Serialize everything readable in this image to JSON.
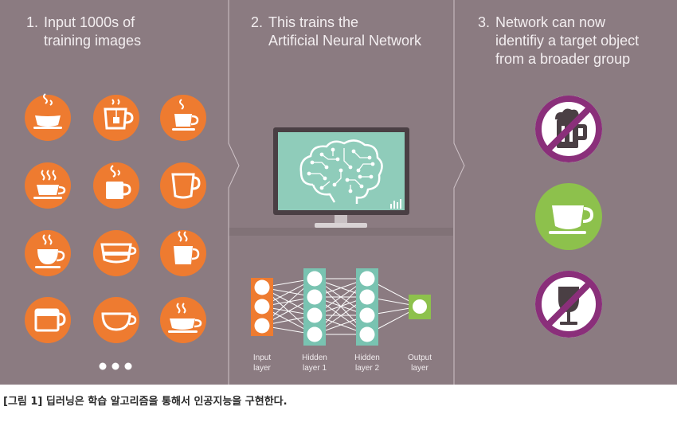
{
  "steps": [
    {
      "num": "1.",
      "line1": "Input 1000s of",
      "line2": "training images",
      "line3": ""
    },
    {
      "num": "2.",
      "line1": "This trains the",
      "line2": "Artificial Neural Network",
      "line3": ""
    },
    {
      "num": "3.",
      "line1": "Network can now",
      "line2": "identifiy a target object",
      "line3": "from a broader group"
    }
  ],
  "layers": [
    {
      "line1": "Input",
      "line2": "layer"
    },
    {
      "line1": "Hidden",
      "line2": "layer 1"
    },
    {
      "line1": "Hidden",
      "line2": "layer 2"
    },
    {
      "line1": "Output",
      "line2": "layer"
    }
  ],
  "caption": "[그림 1] 딥러닝은 학습 알고리즘을 통해서 인공지능을 구현한다.",
  "icons": {
    "input_grid": [
      "steaming-cup-icon",
      "tea-mug-icon",
      "small-steaming-cup-icon",
      "steaming-saucer-cup-icon",
      "steaming-mug-icon",
      "tall-cup-icon",
      "steaming-goblet-cup-icon",
      "wide-bowl-cup-icon",
      "steaming-tumbler-icon",
      "square-mug-icon",
      "bowl-cup-icon",
      "steaming-wide-cup-icon"
    ],
    "results": [
      "no-beer-icon",
      "coffee-cup-icon",
      "no-wine-icon"
    ]
  },
  "colors": {
    "background": "#8b7b81",
    "panel_shadow": "#7b6c72",
    "orange": "#ee7b30",
    "teal": "#79c3b1",
    "green": "#8dc14c",
    "purple": "#8a2f7a",
    "screen": "#8fccba",
    "monitor": "#4a3f44",
    "white": "#ffffff"
  }
}
